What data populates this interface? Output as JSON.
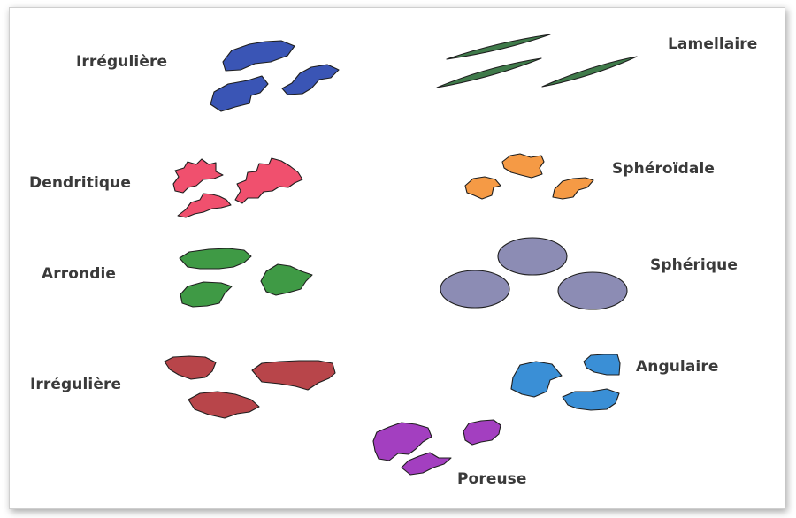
{
  "labels": {
    "irreguliere_1": "Irrégulière",
    "lamellaire": "Lamellaire",
    "dendritique": "Dendritique",
    "spheroidale": "Sphéroïdale",
    "arrondie": "Arrondie",
    "spherique": "Sphérique",
    "irreguliere_2": "Irrégulière",
    "angulaire": "Angulaire",
    "poreuse": "Poreuse"
  },
  "colors": {
    "irreguliere_1": "#3a55b5",
    "lamellaire": "#3f7a4a",
    "dendritique": "#f0506e",
    "spheroidale": "#f59a45",
    "arrondie": "#3f9a45",
    "spherique": "#8c8cb4",
    "irreguliere_2": "#b8454a",
    "angulaire": "#3a8fd6",
    "poreuse": "#a33fc0"
  }
}
